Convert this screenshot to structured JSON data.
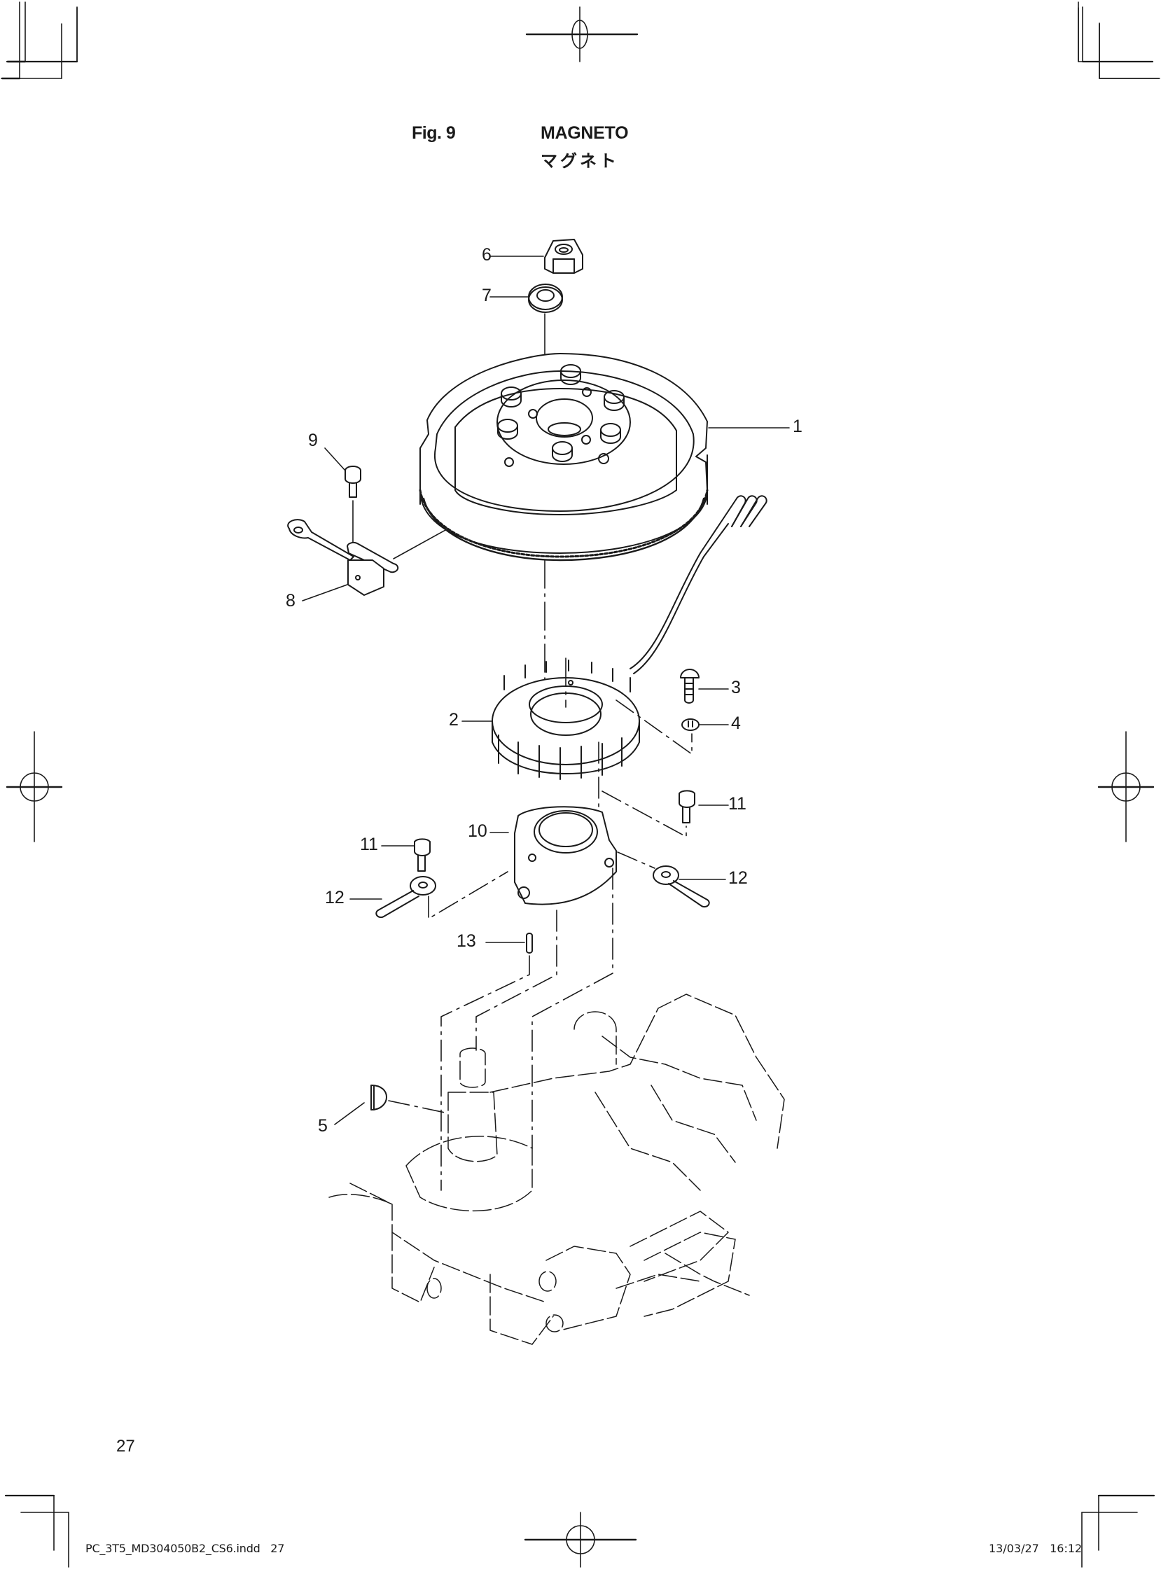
{
  "header": {
    "figure_label": "Fig. 9",
    "title_en": "MAGNETO",
    "title_jp": "マグネト"
  },
  "diagram": {
    "type": "exploded-parts-diagram",
    "callouts": [
      {
        "id": "1",
        "label": "1",
        "part": "flywheel-magneto"
      },
      {
        "id": "2",
        "label": "2",
        "part": "stator-coil-assembly"
      },
      {
        "id": "3",
        "label": "3",
        "part": "screw"
      },
      {
        "id": "4",
        "label": "4",
        "part": "clamp"
      },
      {
        "id": "5",
        "label": "5",
        "part": "woodruff-key"
      },
      {
        "id": "6",
        "label": "6",
        "part": "nut"
      },
      {
        "id": "7",
        "label": "7",
        "part": "washer"
      },
      {
        "id": "8",
        "label": "8",
        "part": "pulser-coil"
      },
      {
        "id": "9",
        "label": "9",
        "part": "bolt"
      },
      {
        "id": "10",
        "label": "10",
        "part": "stator-base"
      },
      {
        "id": "11a",
        "label": "11",
        "part": "bolt"
      },
      {
        "id": "11b",
        "label": "11",
        "part": "bolt"
      },
      {
        "id": "12a",
        "label": "12",
        "part": "lead-wire-holder"
      },
      {
        "id": "12b",
        "label": "12",
        "part": "lead-wire-holder"
      },
      {
        "id": "13",
        "label": "13",
        "part": "dowel-pin"
      }
    ]
  },
  "footer": {
    "page_number": "27",
    "file_slug": "PC_3T5_MD304050B2_CS6.indd   27",
    "date_stamp": "13/03/27   16:12"
  }
}
